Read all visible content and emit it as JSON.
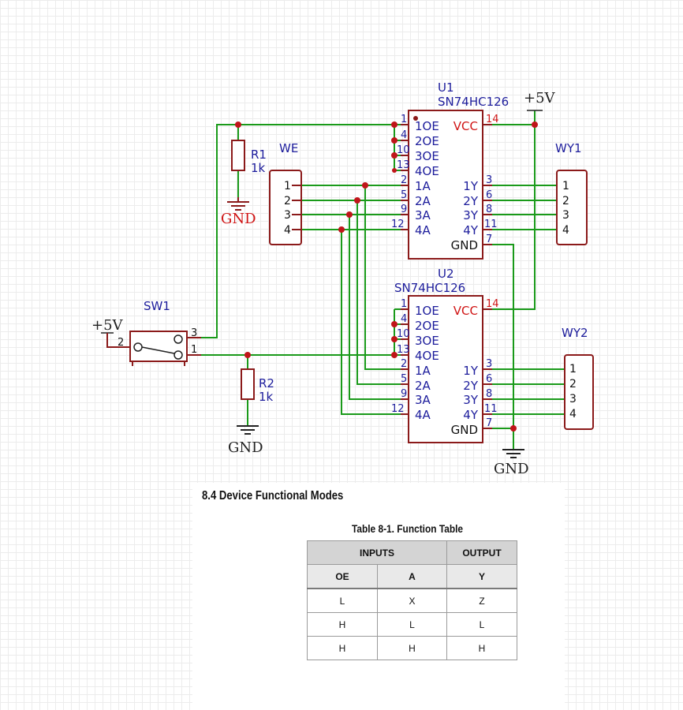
{
  "schematic": {
    "u1": {
      "ref": "U1",
      "part": "SN74HC126"
    },
    "u2": {
      "ref": "U2",
      "part": "SN74HC126"
    },
    "ic_pins_left": [
      {
        "num": "1",
        "name": "1OE"
      },
      {
        "num": "4",
        "name": "2OE"
      },
      {
        "num": "10",
        "name": "3OE"
      },
      {
        "num": "13",
        "name": "4OE"
      },
      {
        "num": "2",
        "name": "1A"
      },
      {
        "num": "5",
        "name": "2A"
      },
      {
        "num": "9",
        "name": "3A"
      },
      {
        "num": "12",
        "name": "4A"
      }
    ],
    "ic_pins_right": [
      {
        "num": "14",
        "name": "VCC"
      },
      {
        "num": "3",
        "name": "1Y"
      },
      {
        "num": "6",
        "name": "2Y"
      },
      {
        "num": "8",
        "name": "3Y"
      },
      {
        "num": "11",
        "name": "4Y"
      },
      {
        "num": "7",
        "name": "GND"
      }
    ],
    "connectors": {
      "we": {
        "ref": "WE",
        "pins": [
          "1",
          "2",
          "3",
          "4"
        ]
      },
      "wy1": {
        "ref": "WY1",
        "pins": [
          "1",
          "2",
          "3",
          "4"
        ]
      },
      "wy2": {
        "ref": "WY2",
        "pins": [
          "1",
          "2",
          "3",
          "4"
        ]
      }
    },
    "r1": {
      "ref": "R1",
      "value": "1k"
    },
    "r2": {
      "ref": "R2",
      "value": "1k"
    },
    "sw1": {
      "ref": "SW1",
      "pins": [
        "2",
        "3",
        "1"
      ]
    },
    "power": {
      "vcc_label": "+5V",
      "gnd_label": "GND"
    },
    "colors": {
      "wire": "#1a9a1a",
      "part": "#8b1a1a",
      "label": "#1d1d9c",
      "power_pin": "#d01414"
    }
  },
  "doc": {
    "section_title": "8.4 Device Functional Modes",
    "table_caption": "Table 8-1. Function Table",
    "group_headers": {
      "inputs": "INPUTS",
      "output": "OUTPUT"
    },
    "col_headers": [
      "OE",
      "A",
      "Y"
    ],
    "rows": [
      [
        "L",
        "X",
        "Z"
      ],
      [
        "H",
        "L",
        "L"
      ],
      [
        "H",
        "H",
        "H"
      ]
    ]
  }
}
